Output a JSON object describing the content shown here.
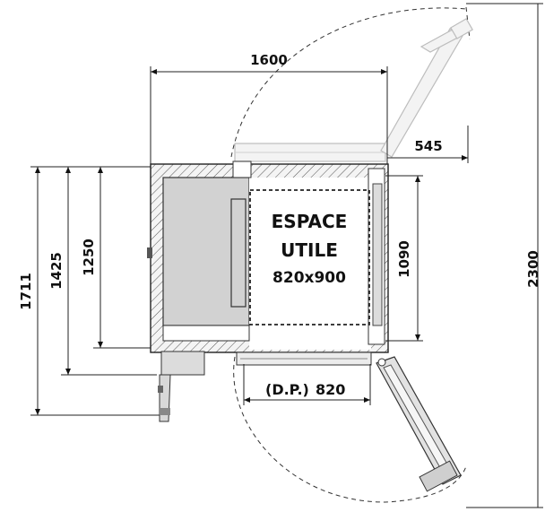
{
  "drawing": {
    "width_label": "1600",
    "door_clearance_label": "545",
    "height_1711_label": "1711",
    "height_1425_label": "1425",
    "height_1250_label": "1250",
    "inner_depth_label": "1090",
    "total_height_label": "2300",
    "usable_space_title_line1": "ESPACE",
    "usable_space_title_line2": "UTILE",
    "usable_space_size": "820x900",
    "passage_prefix": "(D.P.)",
    "passage_width": "820"
  }
}
